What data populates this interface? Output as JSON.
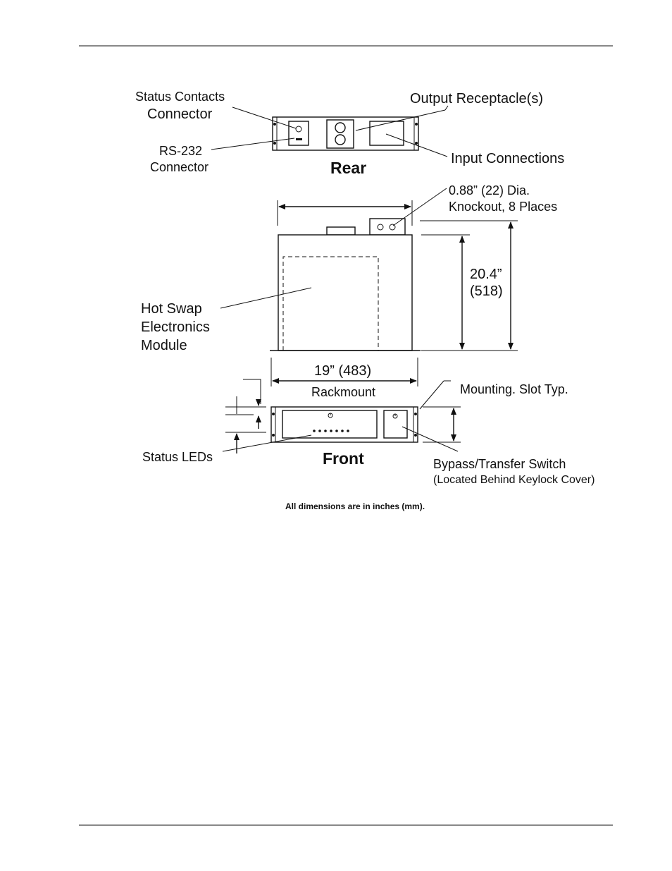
{
  "labels": {
    "status_contacts_line1": "Status Contacts",
    "status_contacts_line2": "Connector",
    "rs232_line1": "RS-232",
    "rs232_line2": "Connector",
    "output_receptacles": "Output Receptacle(s)",
    "input_connections": "Input Connections",
    "rear": "Rear",
    "knockout_line1": "0.88” (22) Dia.",
    "knockout_line2": "Knockout, 8 Places",
    "depth_line1": "20.4”",
    "depth_line2": "(518)",
    "hot_swap_line1": "Hot Swap",
    "hot_swap_line2": "Electronics",
    "hot_swap_line3": "Module",
    "width_dim": "19” (483)",
    "rackmount": "Rackmount",
    "mounting_slot": "Mounting. Slot Typ.",
    "status_leds": "Status LEDs",
    "front": "Front",
    "bypass_line1": "Bypass/Transfer Switch",
    "bypass_line2": "(Located Behind Keylock Cover)",
    "dimensions_note": "All dimensions are in inches (mm)."
  }
}
